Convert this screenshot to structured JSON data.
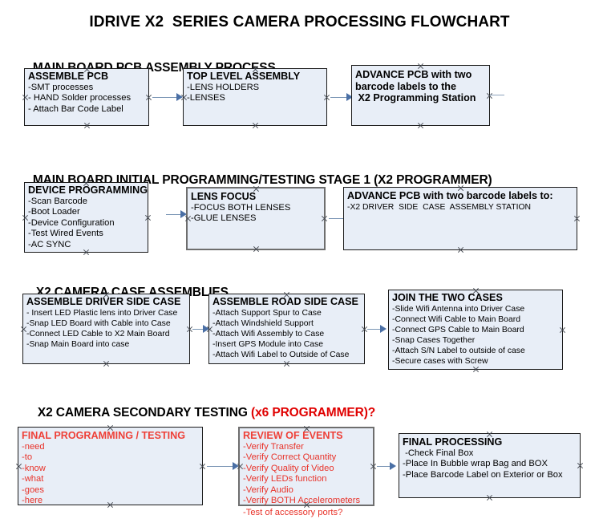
{
  "title": "IDRIVE X2  SERIES CAMERA PROCESSING FLOWCHART",
  "colors": {
    "node_fill": "#e8eef7",
    "node_border": "#1b1b1b",
    "node_border_thick": "#6e6e6e",
    "arrow": "#4a6fa5",
    "accent_red": "#e8332a",
    "text": "#000000"
  },
  "sections": [
    {
      "id": "main-board-pcb-assembly",
      "heading": "MAIN BOARD PCB ASSEMBLY PROCESS",
      "heading_accent": "",
      "nodes": [
        {
          "id": "assemble-pcb",
          "title": "ASSEMBLE PCB",
          "lines": [
            "-SMT processes",
            "- HAND Solder processes",
            "- Attach Bar Code Label"
          ]
        },
        {
          "id": "top-level-assembly",
          "title": "TOP LEVEL ASSEMBLY",
          "lines": [
            "-LENS HOLDERS",
            "-LENSES"
          ]
        },
        {
          "id": "advance-pcb-x2-programming-station",
          "title": "ADVANCE PCB with two",
          "title_lines": [
            "ADVANCE PCB with two",
            "barcode labels to the",
            " X2 Programming Station"
          ],
          "lines": []
        }
      ]
    },
    {
      "id": "main-board-initial-programming",
      "heading": "MAIN BOARD INITIAL PROGRAMMING/TESTING STAGE 1 (X2 PROGRAMMER)",
      "heading_accent": "",
      "nodes": [
        {
          "id": "device-programming",
          "title": "DEVICE PROGRAMMING",
          "lines": [
            "-Scan Barcode",
            "-Boot Loader",
            "-Device Configuration",
            "-Test Wired Events",
            "-AC SYNC"
          ]
        },
        {
          "id": "lens-focus",
          "title": "LENS FOCUS",
          "lines": [
            "-FOCUS BOTH LENSES",
            "-GLUE LENSES"
          ]
        },
        {
          "id": "advance-pcb-driver-side-case",
          "title": "ADVANCE PCB with two barcode labels to:",
          "lines": [
            "-X2 DRIVER  SIDE  CASE  ASSEMBLY STATION"
          ]
        }
      ]
    },
    {
      "id": "x2-camera-case-assemblies",
      "heading": "X2 CAMERA CASE ASSEMBLIES",
      "heading_accent": "",
      "nodes": [
        {
          "id": "assemble-driver-side-case",
          "title": "ASSEMBLE DRIVER SIDE CASE",
          "lines": [
            "- Insert LED Plastic lens into Driver Case",
            "-Snap LED Board with Cable into Case",
            "-Connect LED Cable to X2 Main Board",
            "-Snap Main Board into case"
          ]
        },
        {
          "id": "assemble-road-side-case",
          "title": "ASSEMBLE ROAD SIDE CASE",
          "lines": [
            "-Attach Support Spur to Case",
            "-Attach Windshield Support",
            "-Attach Wifi Assembly to Case",
            "-Insert GPS Module into Case",
            "-Attach Wifi Label to Outside of Case"
          ]
        },
        {
          "id": "join-the-two-cases",
          "title": "JOIN THE TWO CASES",
          "lines": [
            "-Slide Wifi Antenna into Driver Case",
            "-Connect Wifi Cable to Main Board",
            "-Connect GPS Cable to Main Board",
            "-Snap Cases Together",
            "-Attach S/N Label to outside of case",
            "-Secure cases with Screw"
          ]
        }
      ]
    },
    {
      "id": "x2-camera-secondary-testing",
      "heading": "X2 CAMERA SECONDARY TESTING ",
      "heading_accent": "(x6 PROGRAMMER)?",
      "nodes": [
        {
          "id": "final-programming-testing",
          "title": "FINAL PROGRAMMING / TESTING",
          "lines": [
            "-need",
            "-to",
            "-know",
            "-what",
            "-goes",
            "-here"
          ]
        },
        {
          "id": "review-of-events",
          "title": "REVIEW OF EVENTS",
          "lines": [
            "-Verify Transfer",
            "-Verify Correct Quantity",
            "-Verify Quality of Video",
            "-Verify LEDs function",
            "-Verify Audio",
            "-Verify BOTH Accelerometers"
          ],
          "overflow_line": "-Test of accessory ports?"
        },
        {
          "id": "final-processing",
          "title": "FINAL PROCESSING",
          "lines": [
            " -Check Final Box",
            "-Place In Bubble wrap Bag and BOX",
            "-Place Barcode Label on Exterior or Box"
          ]
        }
      ]
    }
  ]
}
